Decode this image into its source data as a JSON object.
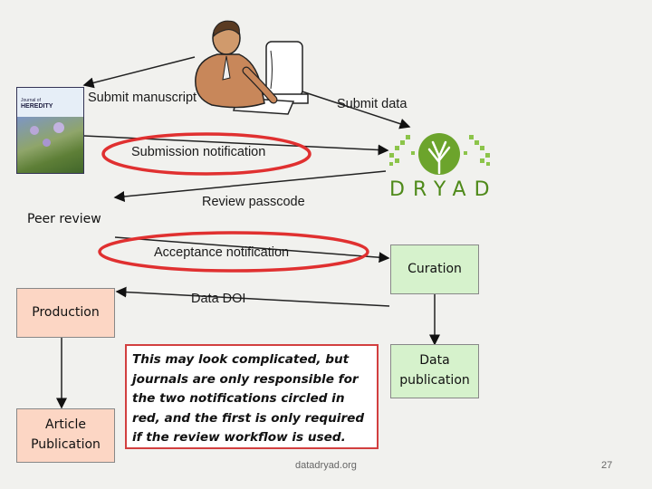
{
  "messages": {
    "submit_manuscript": "Submit manuscript",
    "submit_data": "Submit data",
    "submission_notification": "Submission notification",
    "review_passcode": "Review passcode",
    "acceptance_notification": "Acceptance notification",
    "data_doi": "Data DOI"
  },
  "journal_cover": {
    "line1": "Journal of",
    "line2": "HEREDITY"
  },
  "dryad_logo": {
    "text": "DRYAD"
  },
  "boxes": {
    "peer_review": "Peer review",
    "production": "Production",
    "article_publication": "Article Publication",
    "curation": "Curation",
    "data_publication": "Data publication"
  },
  "note": "This may look complicated, but journals are only responsible for the two notifications circled in red, and the first is only required if the review workflow is used.",
  "footer": {
    "url": "datadryad.org",
    "page_number": "27"
  },
  "colors": {
    "highlight_circle": "#e03030",
    "dryad_green": "#6ca42c",
    "dryad_text": "#4f8a1a",
    "peach": "#fcd6c4",
    "green_box": "#d6f2cc"
  }
}
